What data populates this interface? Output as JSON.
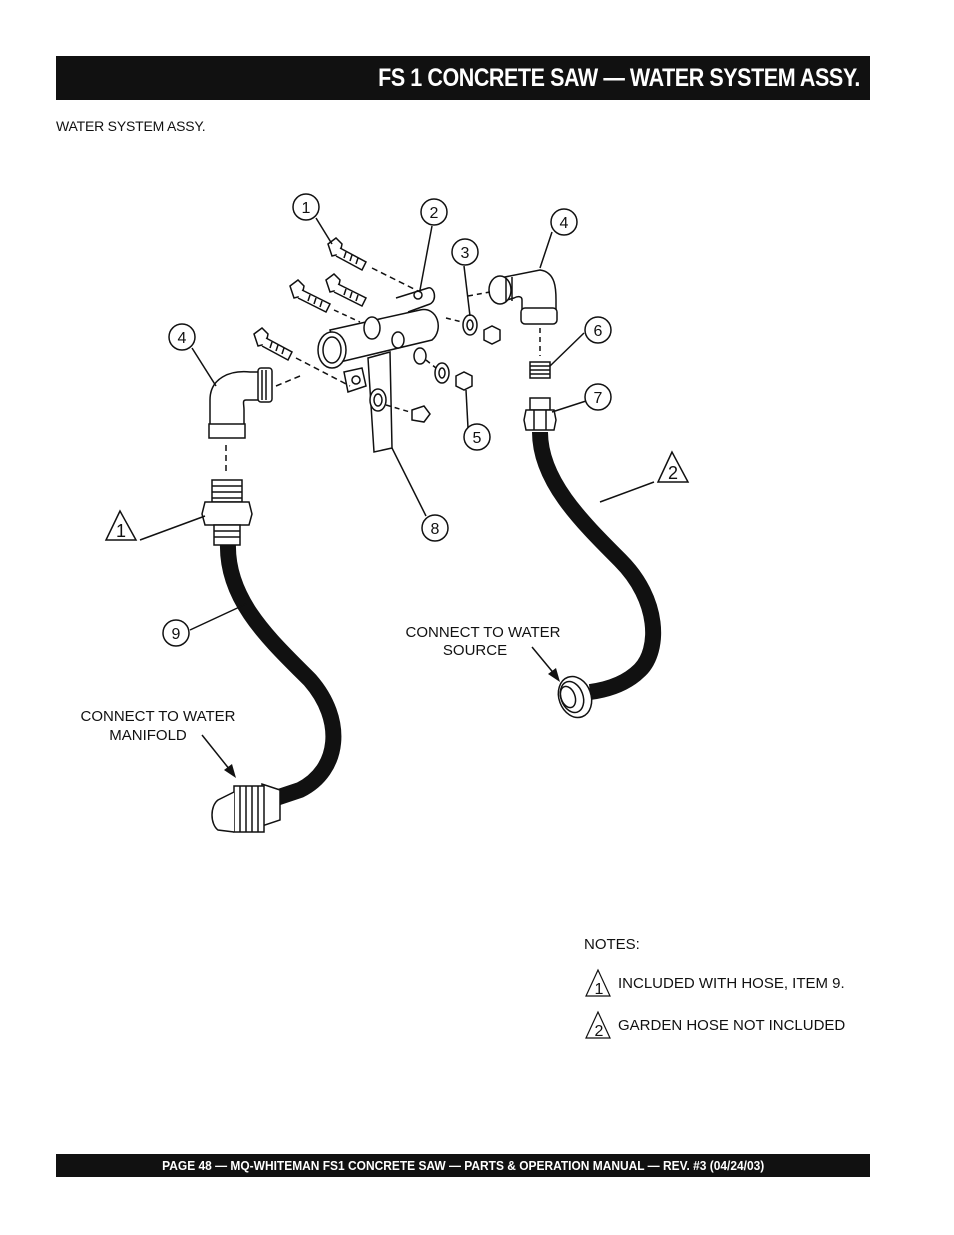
{
  "header": {
    "title": "FS 1 CONCRETE SAW — WATER SYSTEM ASSY."
  },
  "section": {
    "title": "WATER SYSTEM ASSY."
  },
  "diagram": {
    "callouts": [
      "1",
      "2",
      "3",
      "4",
      "4",
      "5",
      "6",
      "7",
      "8",
      "9"
    ],
    "note_markers": [
      "1",
      "2"
    ],
    "labels": {
      "water_source_line1": "CONNECT TO WATER",
      "water_source_line2": "SOURCE",
      "manifold_line1": "CONNECT TO WATER",
      "manifold_line2": "MANIFOLD"
    }
  },
  "notes": {
    "heading": "NOTES:",
    "items": [
      {
        "marker": "1",
        "text": "INCLUDED WITH HOSE, ITEM 9."
      },
      {
        "marker": "2",
        "text": "GARDEN HOSE NOT INCLUDED"
      }
    ]
  },
  "footer": {
    "text": "PAGE 48 — MQ-WHITEMAN FS1 CONCRETE SAW — PARTS & OPERATION MANUAL — REV. #3 (04/24/03)"
  }
}
